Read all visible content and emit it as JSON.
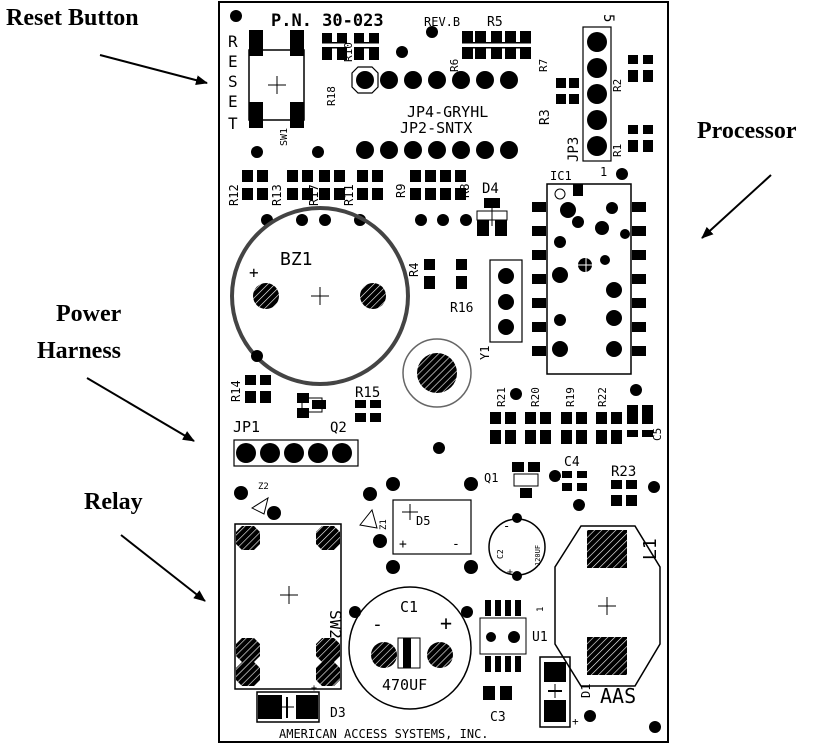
{
  "callouts": {
    "reset_button": "Reset Button",
    "processor": "Processor",
    "power_harness_line1": "Power",
    "power_harness_line2": "Harness",
    "relay": "Relay"
  },
  "board": {
    "part_number": "P.N.  30-023",
    "revision": "REV.B",
    "manufacturer": "AMERICAN ACCESS SYSTEMS, INC.",
    "logo": "AAS",
    "reset_letters": [
      "R",
      "E",
      "S",
      "E",
      "T"
    ],
    "jumper_labels": {
      "jp4": "JP4-GRYHL",
      "jp2": "JP2-SNTX",
      "jp3": "JP3",
      "jp1": "JP1",
      "jp3_pin": "5"
    },
    "resistors": {
      "r5": "R5",
      "r6": "R6",
      "r7": "R7",
      "r10": "R10",
      "r18": "R18",
      "r2": "R2",
      "r3": "R3",
      "r1": "R1",
      "r12": "R12",
      "r13": "R13",
      "r17": "R17",
      "r11": "R11",
      "r9": "R9",
      "r8": "R8",
      "r4": "R4",
      "r16": "R16",
      "r14": "R14",
      "r15": "R15",
      "r21": "R21",
      "r20": "R20",
      "r19": "R19",
      "r22": "R22",
      "r23": "R23"
    },
    "components": {
      "sw1": "SW1",
      "sw2": "SW2",
      "bz1": "BZ1",
      "d4": "D4",
      "ic1": "IC1",
      "y1": "Y1",
      "q1": "Q1",
      "q2": "Q2",
      "c1": "C1",
      "c1_value": "470UF",
      "c2": "C2",
      "c2_value": "120UF",
      "c3": "C3",
      "c4": "C4",
      "c5": "C5",
      "d1": "D1",
      "d3": "D3",
      "d5": "D5",
      "z1": "Z1",
      "z2": "Z2",
      "u1": "U1",
      "l1": "L1",
      "plus": "+",
      "minus": "-",
      "pin1": "1"
    }
  }
}
